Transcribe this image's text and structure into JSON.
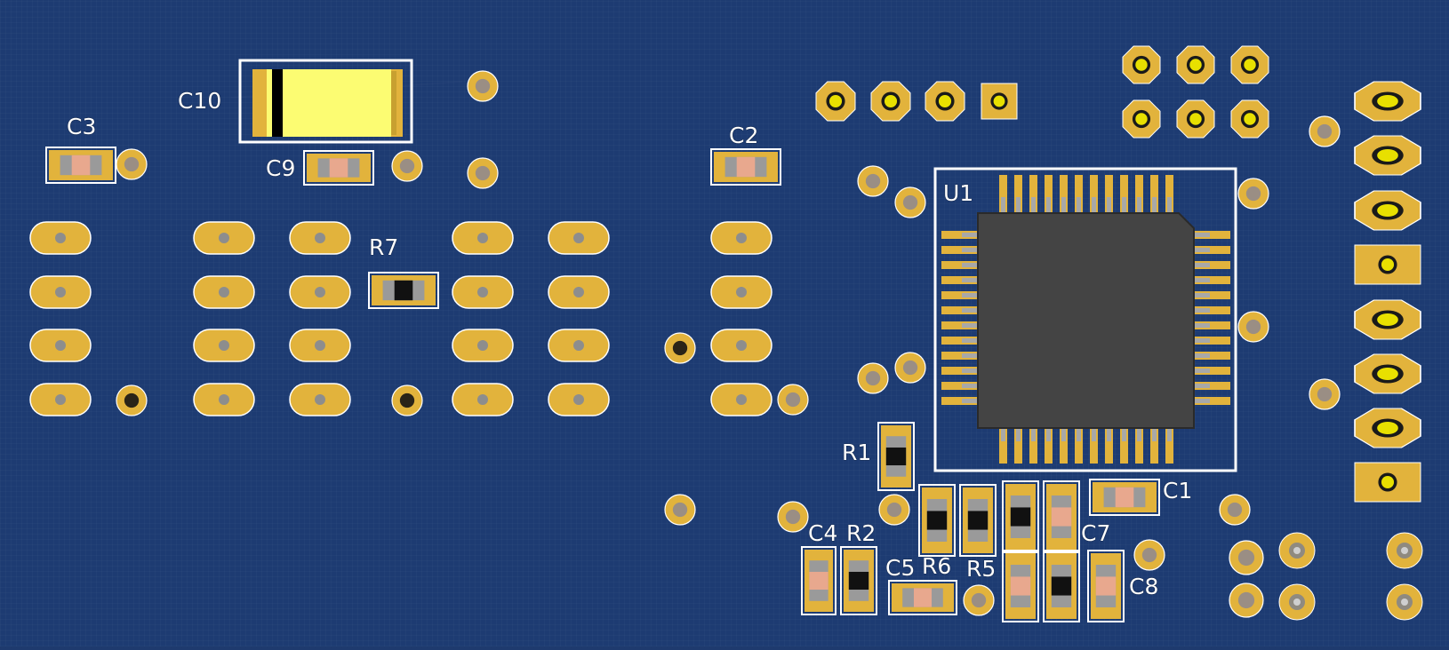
{
  "view": "PCB bottom-layer 3D view",
  "colors": {
    "board": "#1d3b72",
    "pad_gold": "#e2b33c",
    "drill": "#8d8d8d",
    "silkscreen": "#ffffff",
    "chip_body": "#444444",
    "cap_ceramic": "#e8a88e",
    "resistor_black": "#111111"
  },
  "labels": {
    "c10": "C10",
    "c3": "C3",
    "c9": "C9",
    "c2": "C2",
    "r7": "R7",
    "u1": "U1",
    "r1": "R1",
    "c1": "C1",
    "c4": "C4",
    "r2": "R2",
    "c7": "C7",
    "c5": "C5",
    "r6": "R6",
    "r5": "R5",
    "c8": "C8"
  },
  "counts": {
    "u1_pins_per_side": 12,
    "right_header_pins": 8
  }
}
